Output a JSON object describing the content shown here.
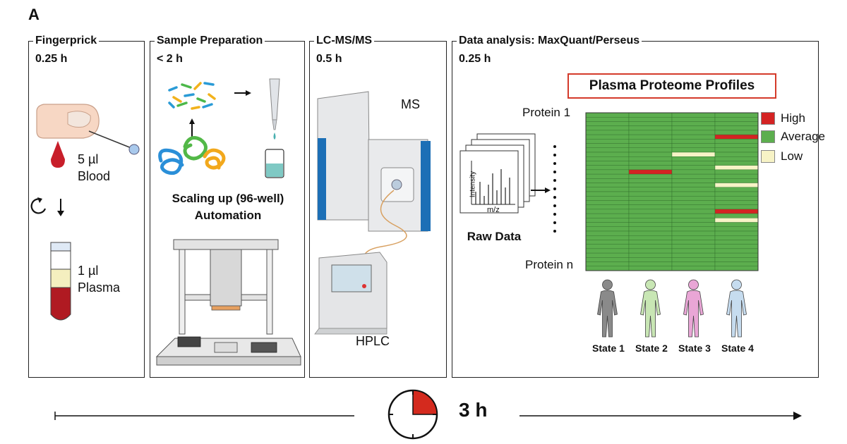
{
  "figure": {
    "panel_letter": "A",
    "stages": [
      {
        "title": "Fingerprick",
        "time": "0.25 h"
      },
      {
        "title": "Sample Preparation",
        "time": "< 2 h"
      },
      {
        "title": "LC-MS/MS",
        "time": "0.5 h"
      },
      {
        "title": "Data analysis: MaxQuant/Perseus",
        "time": "0.25 h"
      }
    ],
    "fingerprick": {
      "blood_volume": "5 µl",
      "blood_label": "Blood",
      "plasma_volume": "1 µl",
      "plasma_label": "Plasma"
    },
    "sample_prep": {
      "scaling_line1": "Scaling up (96-well)",
      "scaling_line2": "Automation"
    },
    "lcms": {
      "ms_label": "MS",
      "hplc_label": "HPLC",
      "axis_mz": "m/z",
      "axis_intensity": "Intensity"
    },
    "analysis": {
      "raw_data_label": "Raw Data",
      "profiles_title": "Plasma Proteome Profiles",
      "protein_first": "Protein 1",
      "protein_last": "Protein n",
      "legend": [
        {
          "label": "High",
          "color": "#d42323"
        },
        {
          "label": "Average",
          "color": "#5cae4e"
        },
        {
          "label": "Low",
          "color": "#f7f3c6"
        }
      ],
      "states": [
        {
          "label": "State 1",
          "color": "#8a8a8a"
        },
        {
          "label": "State 2",
          "color": "#c8e6b4"
        },
        {
          "label": "State 3",
          "color": "#e9a6d6"
        },
        {
          "label": "State 4",
          "color": "#c6dcef"
        }
      ],
      "heatmap_rows": 36,
      "heatmap_cols": 4,
      "high_cells": [
        [
          1,
          13
        ],
        [
          3,
          5
        ],
        [
          3,
          22
        ]
      ],
      "low_cells": [
        [
          2,
          9
        ],
        [
          3,
          12
        ],
        [
          3,
          16
        ],
        [
          3,
          24
        ]
      ]
    },
    "total_time": "3 h",
    "clock_fraction": 0.25
  }
}
